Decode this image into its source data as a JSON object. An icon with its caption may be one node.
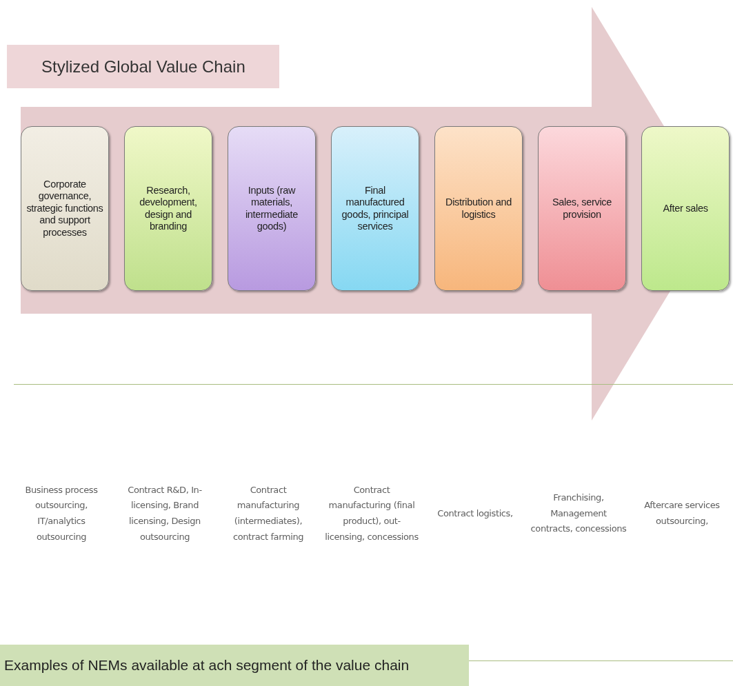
{
  "diagram": {
    "title": "Stylized Global Value Chain",
    "nodes": [
      {
        "text": [],
        "shape": "arrow"
      },
      {
        "text": [
          "Corporate governance, strategic functions and support processes"
        ],
        "in": 0
      },
      {
        "text": [
          "Research, development, design and branding"
        ],
        "in": 0
      },
      {
        "text": [
          "Inputs (raw materials, intermediate goods)"
        ],
        "in": 0
      },
      {
        "text": [
          "Final manufactured goods, principal services"
        ],
        "in": 0
      },
      {
        "text": [
          "Distribution and logistics"
        ],
        "in": 0
      },
      {
        "text": [
          "Sales, service provision"
        ],
        "in": 0
      },
      {
        "text": [
          "After sales"
        ],
        "in": 0
      }
    ],
    "edges": [],
    "labels": [
      "Business process outsourcing, IT/analytics outsourcing",
      "Contract R&D, In-licensing, Brand licensing, Design outsourcing",
      "Contract manufacturing (intermediates), contract farming",
      "Contract manufacturing (final product), out-licensing, concessions",
      "Contract logistics,",
      "Franchising, Management contracts, concessions",
      "Aftercare services outsourcing,",
      "Examples of NEMs available at ach segment of the value chain"
    ]
  }
}
